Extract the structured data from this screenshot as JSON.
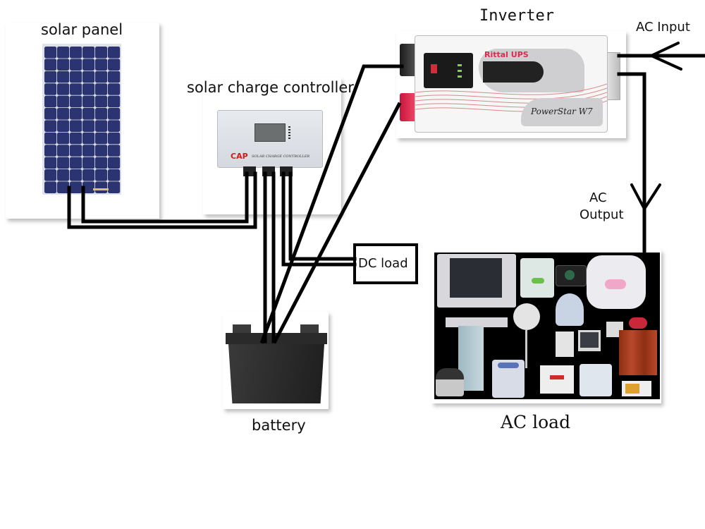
{
  "diagram": {
    "title": "Off-grid solar power system wiring",
    "components": {
      "solar_panel": {
        "label": "solar panel"
      },
      "charge_controller": {
        "label": "solar charge controller",
        "brand": "CAP",
        "product_text": "SOLAR CHARGE CONTROLLER",
        "terminal_groups": 3
      },
      "inverter": {
        "label": "Inverter",
        "brand_text": "Rittal UPS",
        "model_text": "PowerStar W7"
      },
      "battery": {
        "label": "battery"
      },
      "dc_load": {
        "label": "DC load"
      },
      "ac_load": {
        "label": "AC load",
        "appliances": [
          "TV",
          "washing machine",
          "camera",
          "rice cooker",
          "desk fan",
          "DVD player",
          "refrigerator",
          "stand fan",
          "telephone",
          "answering device",
          "desktop computer",
          "wardrobe",
          "slow cooker",
          "top-load washer",
          "chest freezer",
          "twin-tub washer",
          "microwave"
        ]
      }
    },
    "flow_labels": {
      "ac_input": "AC Input",
      "ac_output_line1": "AC",
      "ac_output_line2": "Output"
    },
    "connections": [
      {
        "from": "solar panel",
        "to": "solar charge controller"
      },
      {
        "from": "solar charge controller",
        "to": "battery"
      },
      {
        "from": "solar charge controller",
        "to": "DC load"
      },
      {
        "from": "battery",
        "to": "Inverter"
      },
      {
        "from": "AC Input",
        "to": "Inverter"
      },
      {
        "from": "Inverter",
        "to": "AC load",
        "via": "AC Output"
      }
    ],
    "colors": {
      "wire": "#000000",
      "panel_cell": "#2b3470",
      "inverter_red": "#e0284f",
      "brand_red": "#d11a1a",
      "inverter_body": "#f4f4f4",
      "load_bg": "#000000",
      "wardrobe": "#a83a1c"
    }
  }
}
